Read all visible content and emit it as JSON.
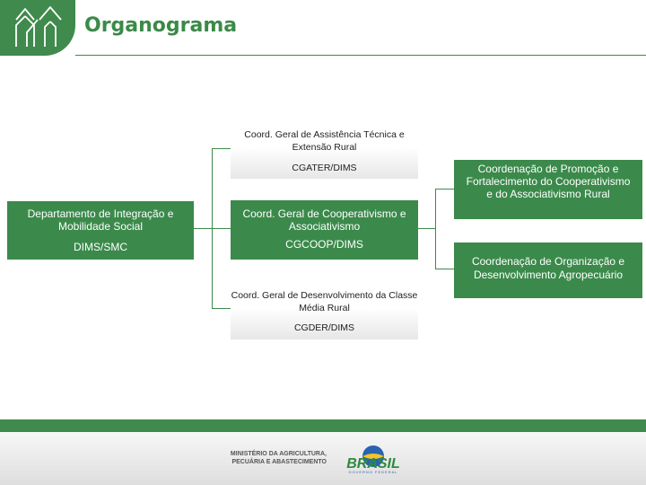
{
  "header": {
    "title": "Organograma"
  },
  "nodes": {
    "dims": {
      "name": "Departamento de Integração e Mobilidade Social",
      "code": "DIMS/SMC"
    },
    "cgater": {
      "name": "Coord. Geral de Assistência Técnica e Extensão Rural",
      "code": "CGATER/DIMS"
    },
    "cgcoop": {
      "name": "Coord. Geral de Cooperativismo e Associativismo",
      "code": "CGCOOP/DIMS"
    },
    "cgder": {
      "name": "Coord. Geral de Desenvolvimento da Classe Média Rural",
      "code": "CGDER/DIMS"
    },
    "coord_promocao": {
      "name": "Coordenação de Promoção e Fortalecimento do Cooperativismo e do Associativismo Rural"
    },
    "coord_organizacao": {
      "name": "Coordenação de Organização e Desenvolvimento Agropecuário"
    }
  },
  "footer": {
    "ministry": "MINISTÉRIO DA AGRICULTURA, PECUÁRIA E ABASTECIMENTO",
    "brand": "BRASIL",
    "brand_sub": "GOVERNO FEDERAL"
  },
  "colors": {
    "primary_green": "#3b8a4b",
    "box_grey": "#e7e7e7"
  }
}
